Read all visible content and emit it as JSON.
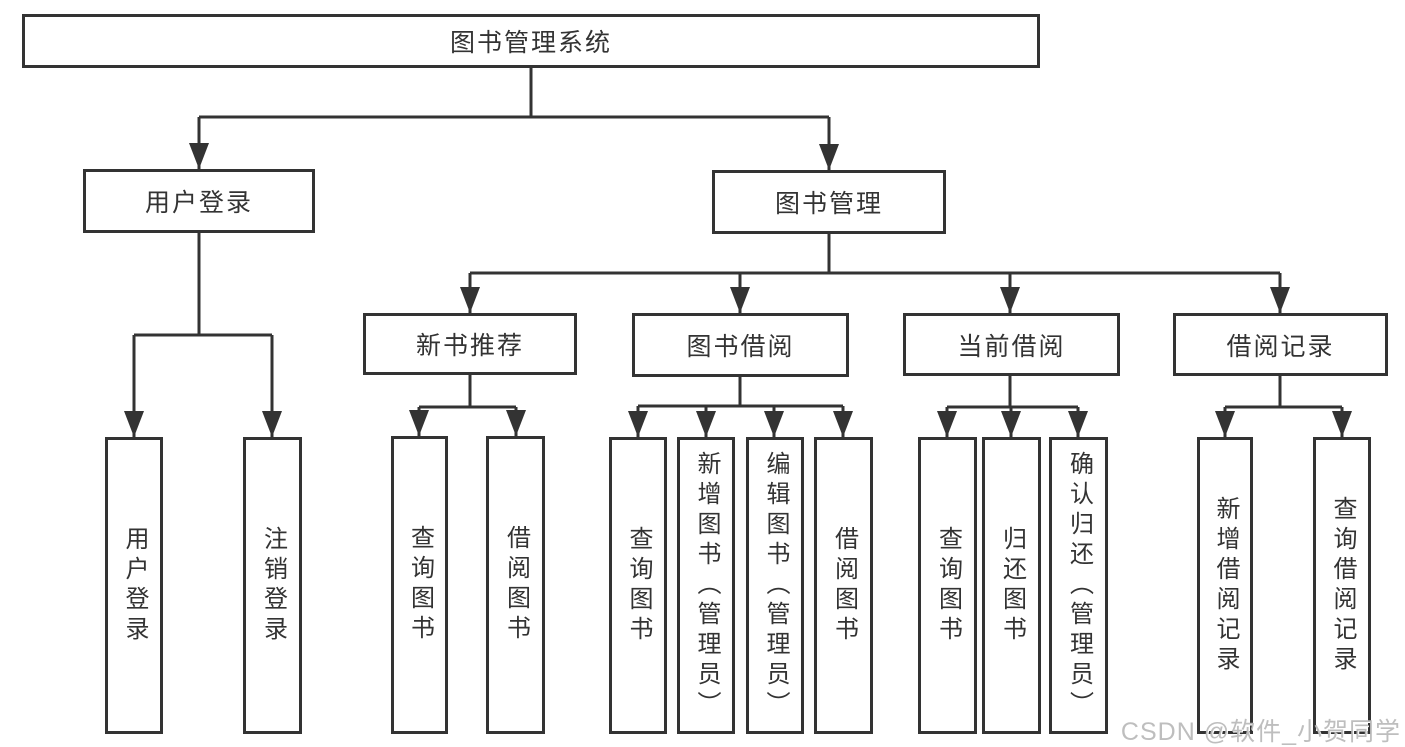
{
  "watermark": "CSDN @软件_小贺同学",
  "colors": {
    "line": "#333333",
    "box_border": "#333333",
    "text": "#333333",
    "watermark": "#bababa",
    "background": "#ffffff"
  },
  "tree": {
    "label": "图书管理系统",
    "children": [
      {
        "label": "用户登录",
        "children": [
          {
            "label": "用户登录"
          },
          {
            "label": "注销登录"
          }
        ]
      },
      {
        "label": "图书管理",
        "children": [
          {
            "label": "新书推荐",
            "children": [
              {
                "label": "查询图书"
              },
              {
                "label": "借阅图书"
              }
            ]
          },
          {
            "label": "图书借阅",
            "children": [
              {
                "label": "查询图书"
              },
              {
                "label": "新增图书（管理员）"
              },
              {
                "label": "编辑图书（管理员）"
              },
              {
                "label": "借阅图书"
              }
            ]
          },
          {
            "label": "当前借阅",
            "children": [
              {
                "label": "查询图书"
              },
              {
                "label": "归还图书"
              },
              {
                "label": "确认归还（管理员）"
              }
            ]
          },
          {
            "label": "借阅记录",
            "children": [
              {
                "label": "新增借阅记录"
              },
              {
                "label": "查询借阅记录"
              }
            ]
          }
        ]
      }
    ]
  }
}
